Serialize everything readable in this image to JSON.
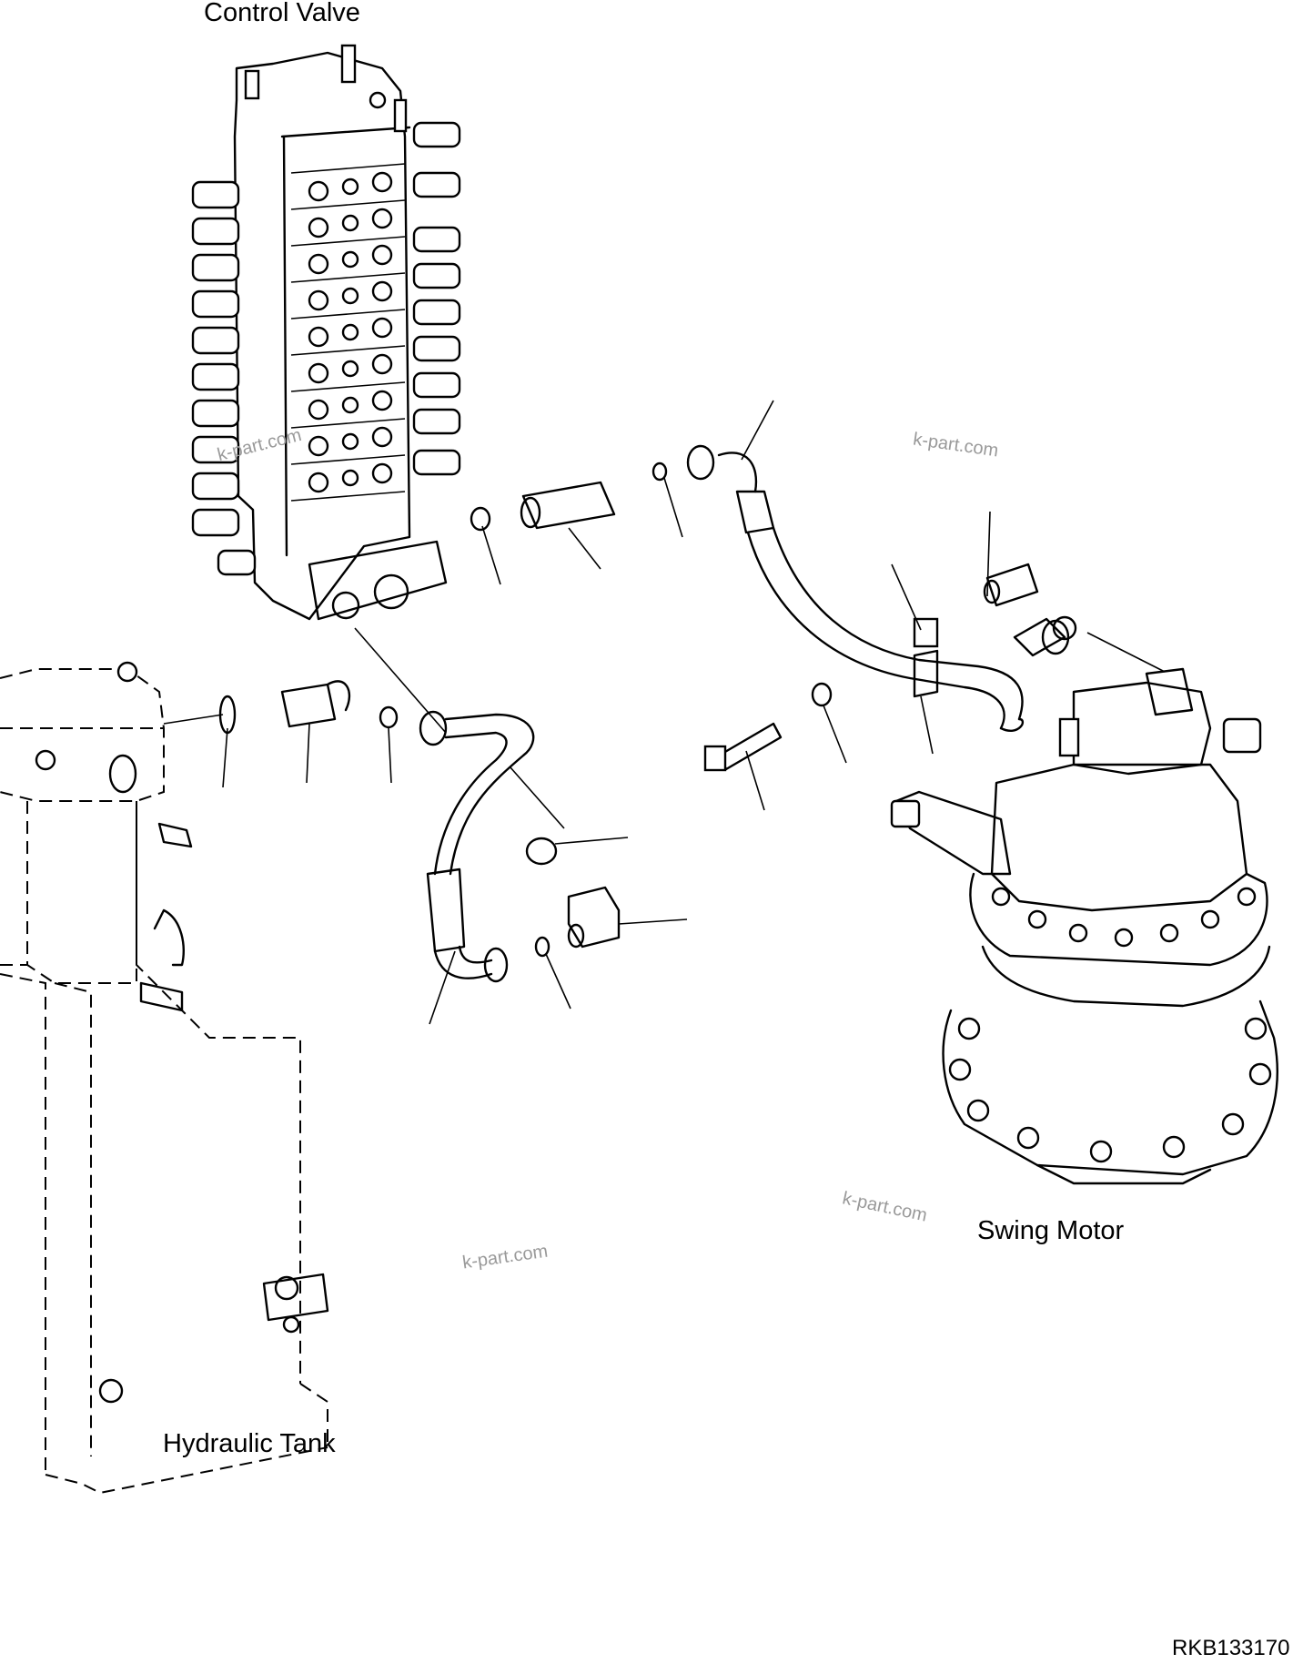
{
  "labels": {
    "control_valve": "Control Valve",
    "swing_motor": "Swing Motor",
    "hydraulic_tank": "Hydraulic Tank"
  },
  "watermark": "k-part.com",
  "drawing_code": "RKB133170"
}
